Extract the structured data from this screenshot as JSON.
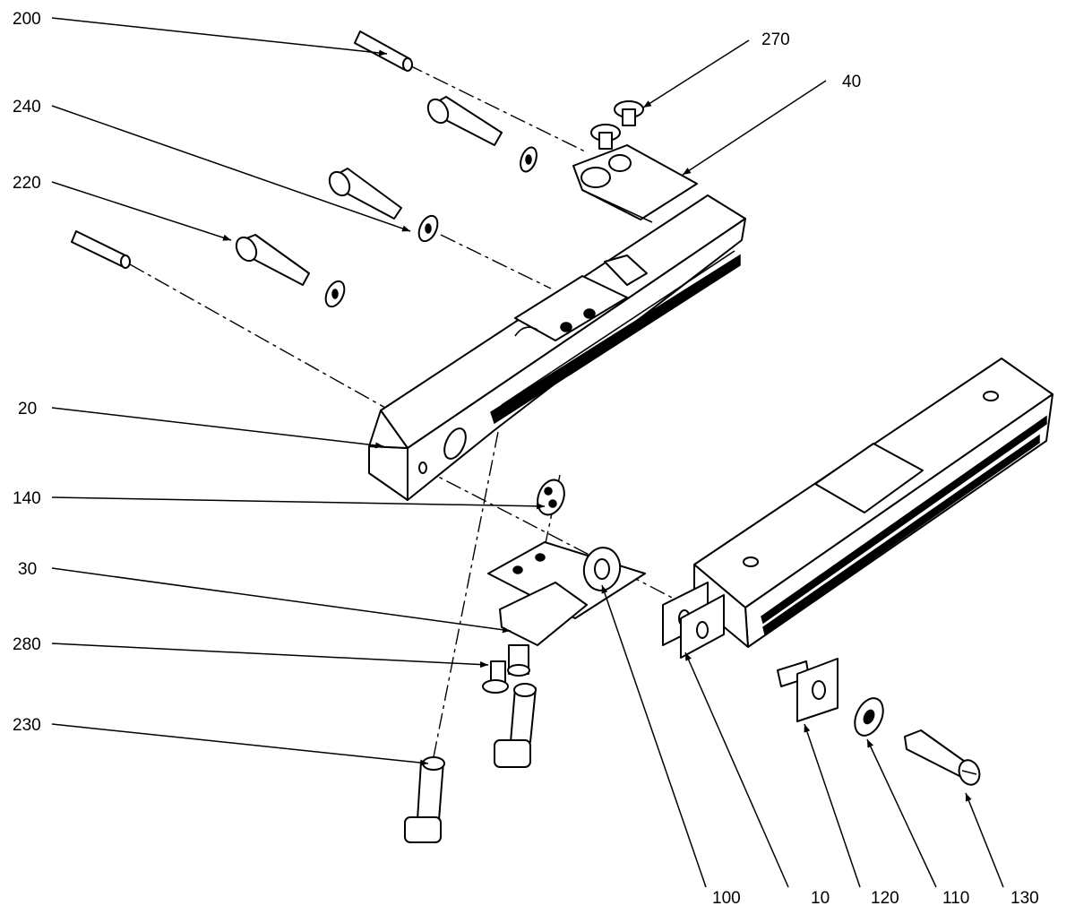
{
  "labels": {
    "l200": "200",
    "l240": "240",
    "l220": "220",
    "l20": "20",
    "l140": "140",
    "l30": "30",
    "l280": "280",
    "l230": "230",
    "l270": "270",
    "l40": "40",
    "l100": "100",
    "l10": "10",
    "l120": "120",
    "l110": "110",
    "l130": "130"
  }
}
